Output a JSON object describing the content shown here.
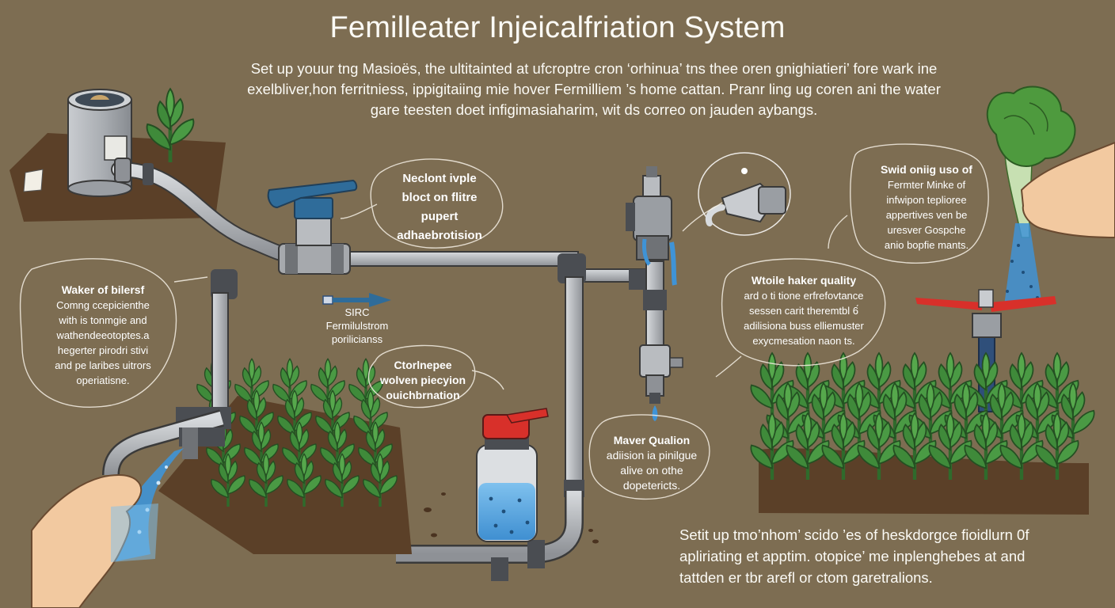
{
  "title": "Femilleater Injeicalfriation System",
  "intro_lines": [
    "Set up youur tng Masioës, the ultitainted at ufcroptre cron ‘orhinua’ tns thee oren gnighiatieri’ fore wark ine",
    "exelbliver,hon ferritniess, ippigitaiing mie hover Fermilliem ’s home cattan. Pranr ling ug coren ani the water",
    "gare teesten doet infigimasiaharim, wit ds correo on jauden aybangs."
  ],
  "outro_lines": [
    "Setit up tmo’nhom’ scido ’es of heskdorgce fioidlurn 0f",
    "apliriating et apptim. otopice’ me inplenghebes at and",
    "tattden er tbr arefl or ctom garetralions."
  ],
  "callouts": {
    "left": {
      "head": "Waker of bilersf",
      "lines": [
        "Comng ccepicienthe",
        "with is tonmgie and",
        "wathendeeotoptes.a",
        "hegerter pirodri stivi",
        "and pe laribes uitrors",
        "operiatisne."
      ]
    },
    "valve": {
      "lines": [
        "Neclont ivple",
        "bloct on flitre",
        "pupert",
        "adhaebrotision"
      ]
    },
    "tag": {
      "lines": [
        "SIRC",
        "Fermilulstrom",
        "porilicianss"
      ]
    },
    "bottle": {
      "lines": [
        "Ctorlnepee",
        "wolven piecyion",
        "ouichbrnation"
      ]
    },
    "quality": {
      "head": "Maver Qualion",
      "lines": [
        "adiision ia pinilgue",
        "alive on othe",
        "dopetericts."
      ]
    },
    "water": {
      "head": "Wtoile haker quality",
      "lines": [
        "ard o ti tione erfrefovtance",
        "sessen carit theremtbl 6́",
        "adilisiona buss elliemuster",
        "exycmesation naon ts."
      ]
    },
    "right": {
      "head": "Swid oniig uso of",
      "lines": [
        "Fermter Minke of",
        "infwipon teplioree",
        "appertives ven be",
        "uresver Gospche",
        "anio bopfie mants."
      ]
    }
  },
  "colors": {
    "background": "#7d6d52",
    "soil": "#5b4028",
    "pipe": "#b9bcc0",
    "pipe_joint": "#4a4d52",
    "valve_handle": "#2f6c9a",
    "water": "#3f93d6",
    "plant": "#3f8a3a",
    "cap_red": "#d8302a",
    "skin": "#f2c9a0"
  }
}
